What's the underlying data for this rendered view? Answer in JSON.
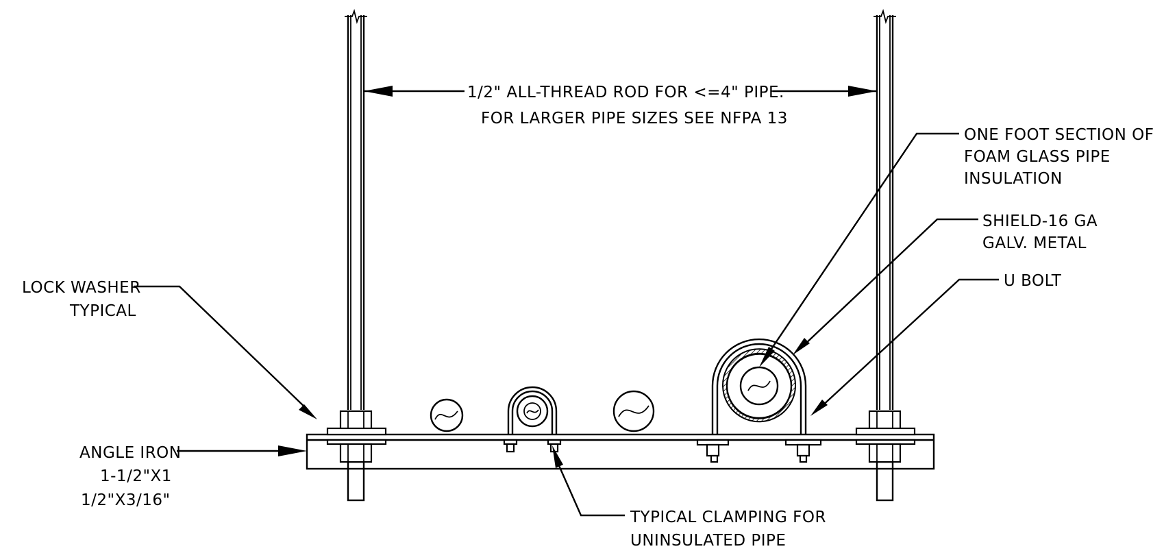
{
  "labels": {
    "rod_line1": "1/2\" ALL-THREAD ROD FOR <=4\" PIPE.",
    "rod_line2": "FOR LARGER PIPE SIZES SEE NFPA 13",
    "foam_line1": "ONE FOOT SECTION OF",
    "foam_line2": "FOAM GLASS PIPE",
    "foam_line3": "INSULATION",
    "shield_line1": "SHIELD-16 GA",
    "shield_line2": "GALV. METAL",
    "ubolt": "U BOLT",
    "lock_line1": "LOCK WASHER",
    "lock_line2": "TYPICAL",
    "angle_line1": "ANGLE IRON",
    "angle_line2": "1-1/2\"X1",
    "angle_line3": "1/2\"X3/16\"",
    "clamp_line1": "TYPICAL CLAMPING FOR",
    "clamp_line2": "UNINSULATED PIPE"
  }
}
